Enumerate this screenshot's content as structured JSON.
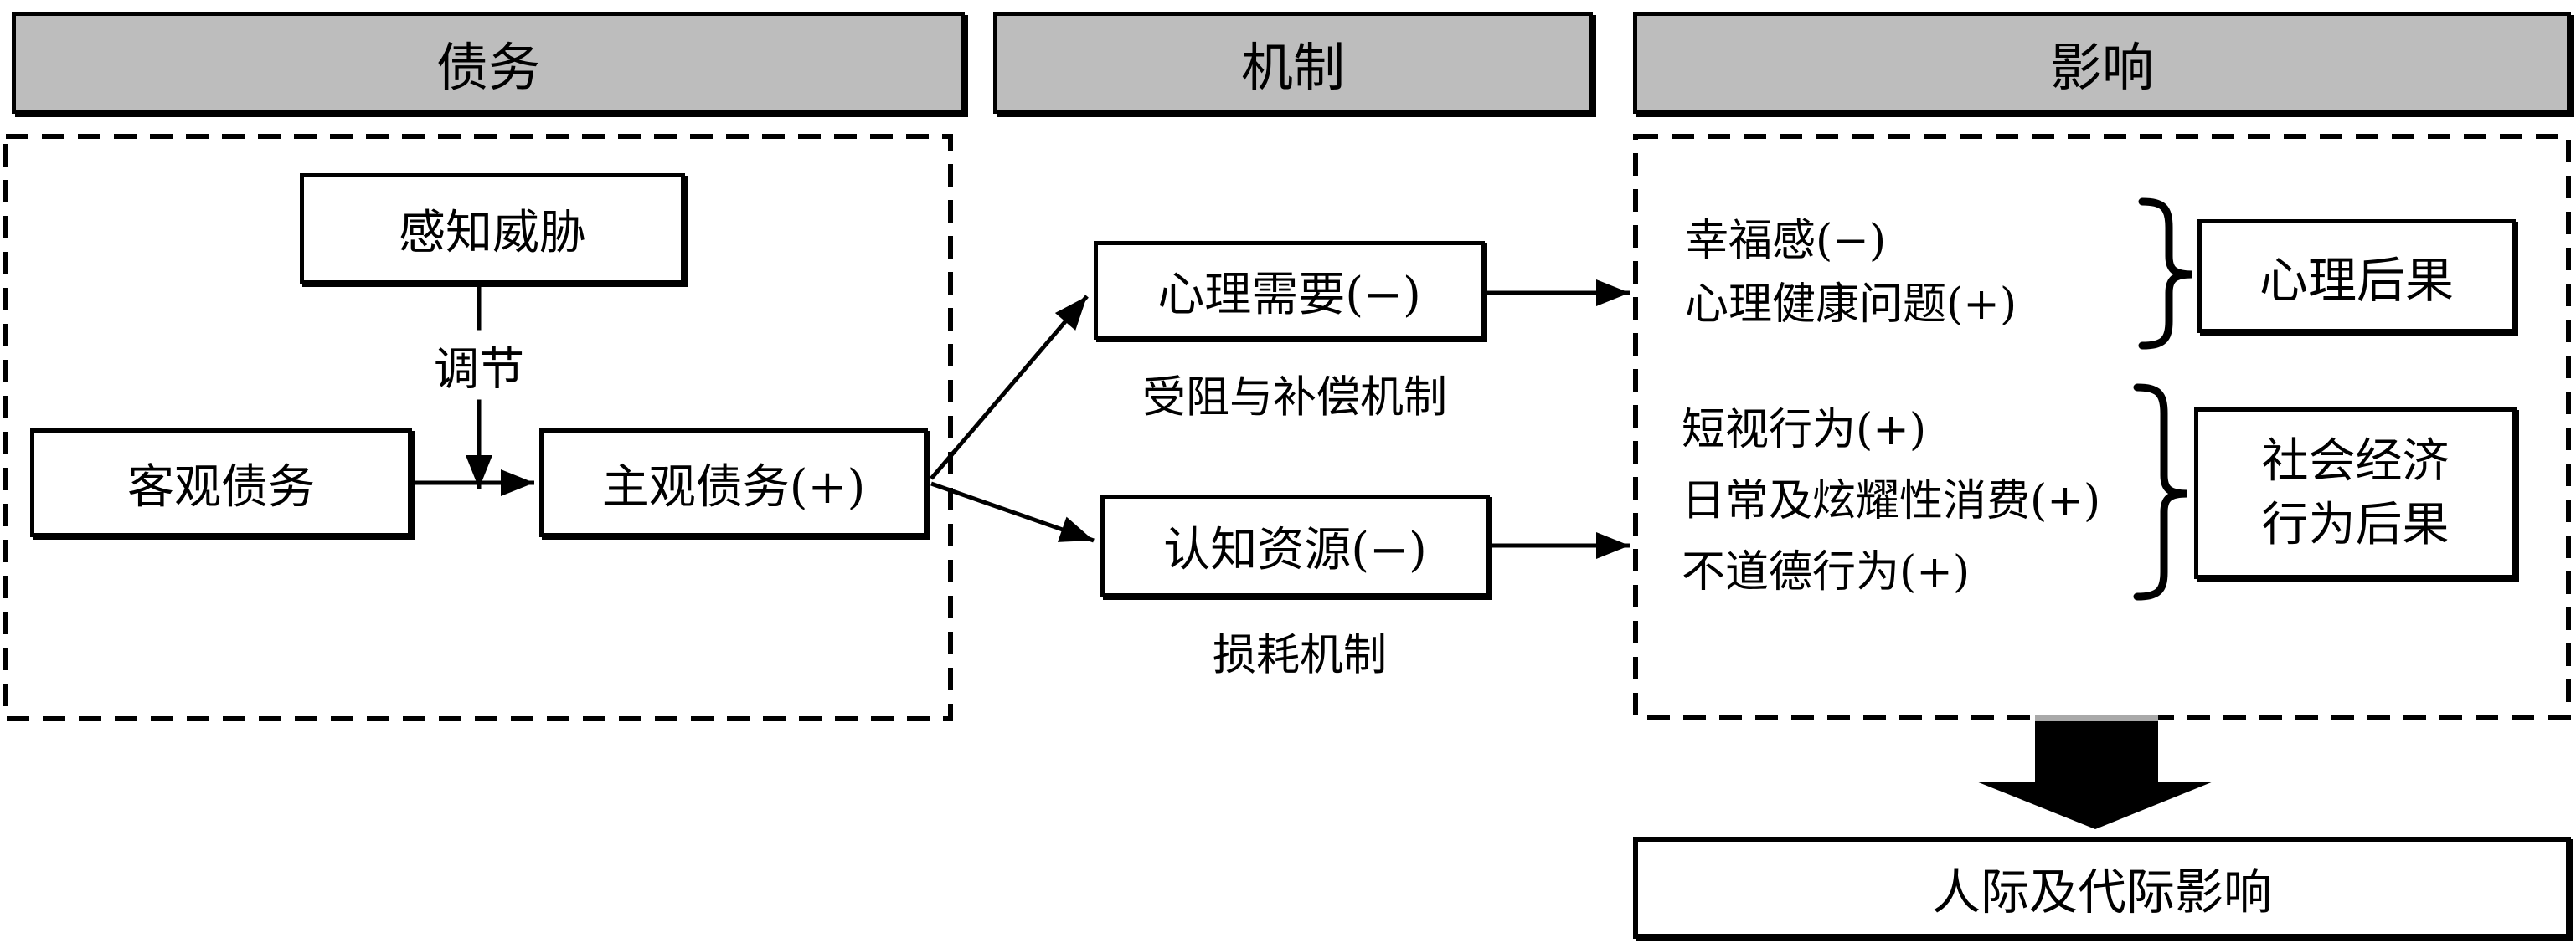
{
  "headers": {
    "debt": "债务",
    "mechanism": "机制",
    "impact": "影响"
  },
  "debt": {
    "perceived_threat": "感知威胁",
    "moderation": "调节",
    "objective": "客观债务",
    "subjective": "主观债务(+)"
  },
  "mechanism": {
    "psychological_need": "心理需要(−)",
    "blocked_compensation": "受阻与补偿机制",
    "cognitive_resource": "认知资源(−)",
    "depletion": "损耗机制"
  },
  "impact": {
    "psych_items": [
      "幸福感(−)",
      "心理健康问题(+)"
    ],
    "psych_box": "心理后果",
    "behavior_items": [
      "短视行为(+)",
      "日常及炫耀性消费(+)",
      "不道德行为(+)"
    ],
    "socio_box": [
      "社会经济",
      "行为后果"
    ],
    "interpersonal": "人际及代际影响"
  },
  "colors": {
    "header_bg": "#bdbdbd",
    "line": "#000000",
    "arrow_cap": "#a9a9a9"
  }
}
